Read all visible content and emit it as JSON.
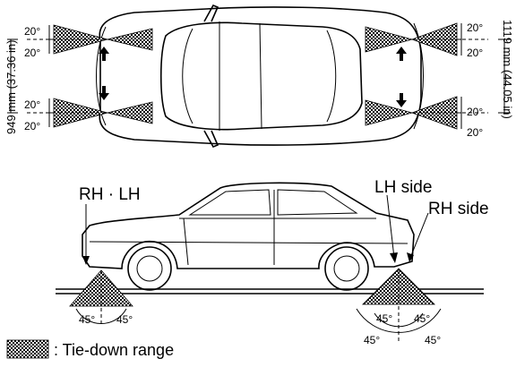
{
  "top_view": {
    "angles": {
      "front_left_upper": "20°",
      "front_left_lower": "20°",
      "rear_left_upper": "20°",
      "rear_left_lower": "20°",
      "front_right_upper": "20°",
      "front_right_lower": "20°",
      "rear_right_upper": "20°",
      "rear_right_lower": "20°"
    },
    "front_spacing": "949 mm (37.36 in)",
    "rear_spacing": "1119 mm (44.05 in)"
  },
  "side_view": {
    "front_label": "RH · LH",
    "rear_lh_label": "LH side",
    "rear_rh_label": "RH side",
    "front_angles": [
      "45°",
      "45°"
    ],
    "rear_inner_angles": [
      "45°",
      "45°"
    ],
    "rear_outer_angles": [
      "45°",
      "45°"
    ]
  },
  "legend": {
    "text": ": Tie-down range"
  },
  "colors": {
    "line": "#000000",
    "hatch": "#000000",
    "background": "#ffffff"
  }
}
